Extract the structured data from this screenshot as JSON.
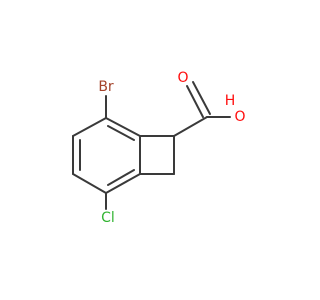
{
  "molecule": {
    "atoms": {
      "br": "Br",
      "cl": "Cl",
      "o": "O",
      "h": "H"
    },
    "colors": {
      "bond": "#3a3a3a",
      "br": "#a4442c",
      "cl": "#32b432",
      "o": "#ff0d0d",
      "h": "#ff0d0d"
    }
  }
}
